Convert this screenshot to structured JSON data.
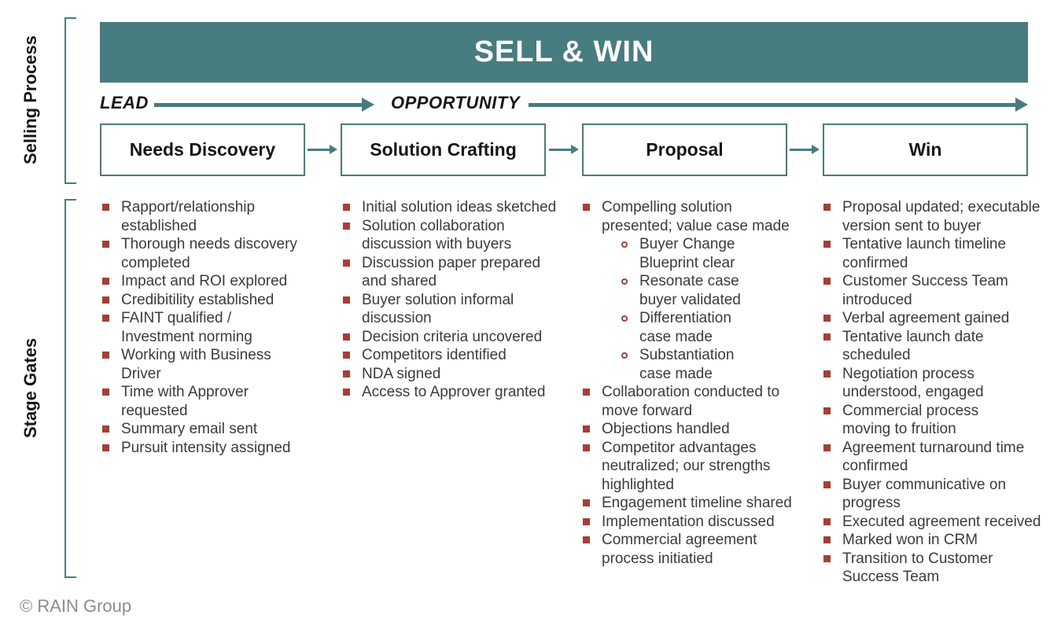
{
  "header": {
    "banner_title": "SELL & WIN",
    "lead_label": "LEAD",
    "opportunity_label": "OPPORTUNITY"
  },
  "side_labels": {
    "selling_process": "Selling Process",
    "stage_gates": "Stage Gates"
  },
  "stages": [
    {
      "label": "Needs Discovery"
    },
    {
      "label": "Solution Crafting"
    },
    {
      "label": "Proposal"
    },
    {
      "label": "Win"
    }
  ],
  "stage_gates": {
    "columns": [
      {
        "stage": "Needs Discovery",
        "items": [
          {
            "level": 1,
            "text": "Rapport/relationship\nestablished"
          },
          {
            "level": 1,
            "text": "Thorough needs discovery\ncompleted"
          },
          {
            "level": 1,
            "text": "Impact and ROI explored"
          },
          {
            "level": 1,
            "text": "Credibitility established"
          },
          {
            "level": 1,
            "text": "FAINT qualified /\nInvestment norming"
          },
          {
            "level": 1,
            "text": "Working with Business\nDriver"
          },
          {
            "level": 1,
            "text": "Time with Approver\nrequested"
          },
          {
            "level": 1,
            "text": "Summary email sent"
          },
          {
            "level": 1,
            "text": "Pursuit intensity assigned"
          }
        ]
      },
      {
        "stage": "Solution Crafting",
        "items": [
          {
            "level": 1,
            "text": "Initial solution ideas sketched"
          },
          {
            "level": 1,
            "text": "Solution collaboration\ndiscussion with buyers"
          },
          {
            "level": 1,
            "text": "Discussion paper prepared\nand shared"
          },
          {
            "level": 1,
            "text": "Buyer solution informal\ndiscussion"
          },
          {
            "level": 1,
            "text": "Decision criteria uncovered"
          },
          {
            "level": 1,
            "text": "Competitors identified"
          },
          {
            "level": 1,
            "text": "NDA signed"
          },
          {
            "level": 1,
            "text": "Access to Approver granted"
          }
        ]
      },
      {
        "stage": "Proposal",
        "items": [
          {
            "level": 1,
            "text": "Compelling solution\npresented; value case made"
          },
          {
            "level": 2,
            "text": "Buyer Change\nBlueprint clear"
          },
          {
            "level": 2,
            "text": "Resonate case\nbuyer validated"
          },
          {
            "level": 2,
            "text": "Differentiation\ncase made"
          },
          {
            "level": 2,
            "text": "Substantiation\ncase made"
          },
          {
            "level": 1,
            "text": "Collaboration conducted to\nmove forward"
          },
          {
            "level": 1,
            "text": "Objections handled"
          },
          {
            "level": 1,
            "text": "Competitor advantages\nneutralized; our strengths\nhighlighted"
          },
          {
            "level": 1,
            "text": "Engagement timeline shared"
          },
          {
            "level": 1,
            "text": "Implementation discussed"
          },
          {
            "level": 1,
            "text": "Commercial agreement\nprocess initiatied"
          }
        ]
      },
      {
        "stage": "Win",
        "items": [
          {
            "level": 1,
            "text": "Proposal updated; executable\nversion sent to buyer"
          },
          {
            "level": 1,
            "text": "Tentative launch timeline\nconfirmed"
          },
          {
            "level": 1,
            "text": "Customer Success Team\nintroduced"
          },
          {
            "level": 1,
            "text": "Verbal agreement gained"
          },
          {
            "level": 1,
            "text": "Tentative launch date\nscheduled"
          },
          {
            "level": 1,
            "text": "Negotiation process\nunderstood, engaged"
          },
          {
            "level": 1,
            "text": "Commercial process\nmoving to fruition"
          },
          {
            "level": 1,
            "text": "Agreement turnaround time\nconfirmed"
          },
          {
            "level": 1,
            "text": "Buyer communicative on\nprogress"
          },
          {
            "level": 1,
            "text": "Executed agreement received"
          },
          {
            "level": 1,
            "text": "Marked won in CRM"
          },
          {
            "level": 1,
            "text": "Transition to Customer\nSuccess Team"
          }
        ]
      }
    ]
  },
  "footer": {
    "copyright": "© RAIN Group"
  },
  "colors": {
    "teal": "#477C80",
    "red": "#A93D33",
    "text": "#3B3B3B",
    "heading": "#161616",
    "muted": "#8C8C8C"
  }
}
